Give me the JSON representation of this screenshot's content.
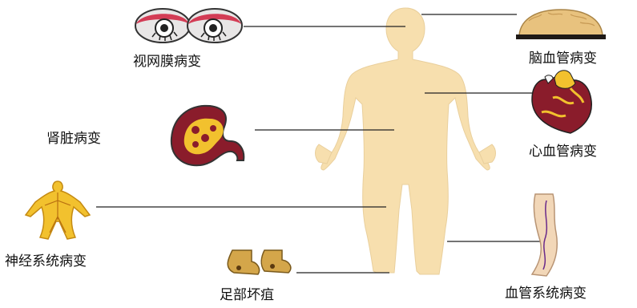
{
  "labels": {
    "retina": "视网膜病变",
    "kidney": "肾脏病变",
    "nerve": "神经系统病变",
    "foot": "足部坏疽",
    "brain": "脑血管病变",
    "heart": "心血管病变",
    "vessel": "血管系统病变"
  },
  "colors": {
    "skin": "#f7dfae",
    "skin_edge": "#e6c58c",
    "line": "#222222",
    "organ_red": "#8a1c2b",
    "organ_yellow": "#f2c12e"
  }
}
